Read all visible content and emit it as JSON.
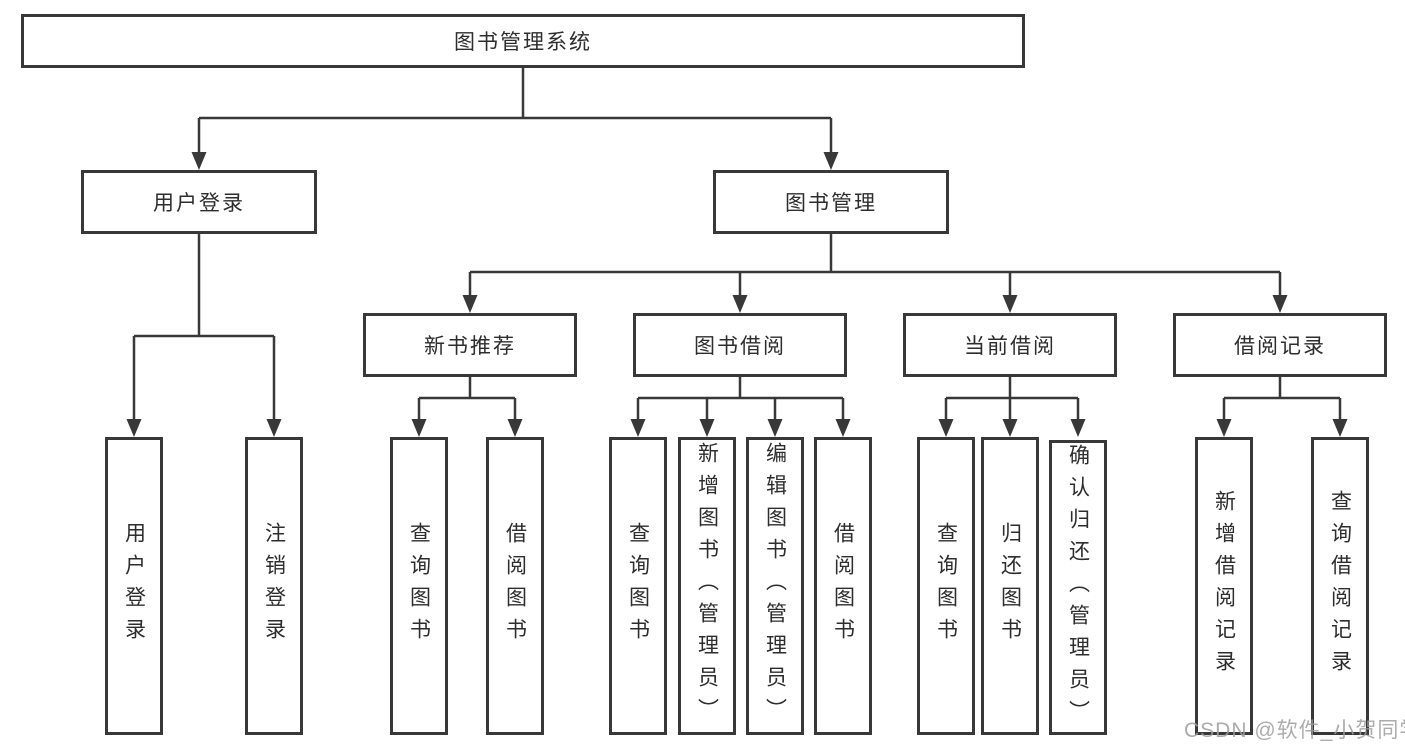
{
  "diagram": {
    "title": "图书管理系统",
    "branches": [
      {
        "label": "用户登录",
        "children": [
          {
            "label": "用户登录"
          },
          {
            "label": "注销登录"
          }
        ]
      },
      {
        "label": "图书管理",
        "children": [
          {
            "label": "新书推荐",
            "children": [
              {
                "label": "查询图书"
              },
              {
                "label": "借阅图书"
              }
            ]
          },
          {
            "label": "图书借阅",
            "children": [
              {
                "label": "查询图书"
              },
              {
                "label": "新增图书（管理员）"
              },
              {
                "label": "编辑图书（管理员）"
              },
              {
                "label": "借阅图书"
              }
            ]
          },
          {
            "label": "当前借阅",
            "children": [
              {
                "label": "查询图书"
              },
              {
                "label": "归还图书"
              },
              {
                "label": "确认归还（管理员）"
              }
            ]
          },
          {
            "label": "借阅记录",
            "children": [
              {
                "label": "新增借阅记录"
              },
              {
                "label": "查询借阅记录"
              }
            ]
          }
        ]
      }
    ]
  },
  "watermark": {
    "text": "CSDN @软件_小贺同学"
  },
  "colors": {
    "line": "#383838",
    "box_border": "#383838",
    "text": "#2d2d2d",
    "watermark": "#9e9e9e",
    "background": "#ffffff"
  }
}
